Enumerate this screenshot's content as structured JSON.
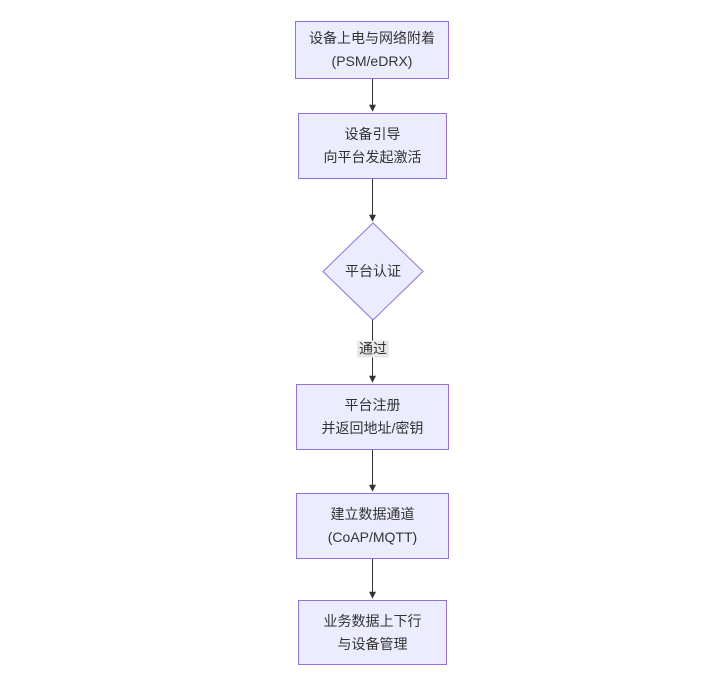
{
  "diagram": {
    "type": "flowchart",
    "direction": "top-down",
    "colors": {
      "background": "#ffffff",
      "node_fill": "#ececff",
      "node_border": "#9370db",
      "edge": "#333333",
      "edge_label_bg": "#e8e8e8",
      "text": "#333333"
    },
    "nodes": [
      {
        "id": "power-attach",
        "shape": "rect",
        "lines": [
          "设备上电与网络附着",
          "(PSM/eDRX)"
        ]
      },
      {
        "id": "bootstrap",
        "shape": "rect",
        "lines": [
          "设备引导",
          "向平台发起激活"
        ]
      },
      {
        "id": "platform-auth",
        "shape": "diamond",
        "lines": [
          "平台认证"
        ]
      },
      {
        "id": "platform-register",
        "shape": "rect",
        "lines": [
          "平台注册",
          "并返回地址/密钥"
        ]
      },
      {
        "id": "data-channel",
        "shape": "rect",
        "lines": [
          "建立数据通道",
          "(CoAP/MQTT)"
        ]
      },
      {
        "id": "business-data",
        "shape": "rect",
        "lines": [
          "业务数据上下行",
          "与设备管理"
        ]
      }
    ],
    "edges": [
      {
        "from": "power-attach",
        "to": "bootstrap"
      },
      {
        "from": "bootstrap",
        "to": "platform-auth"
      },
      {
        "from": "platform-auth",
        "to": "platform-register",
        "label": "通过"
      },
      {
        "from": "platform-register",
        "to": "data-channel"
      },
      {
        "from": "data-channel",
        "to": "business-data"
      }
    ]
  }
}
